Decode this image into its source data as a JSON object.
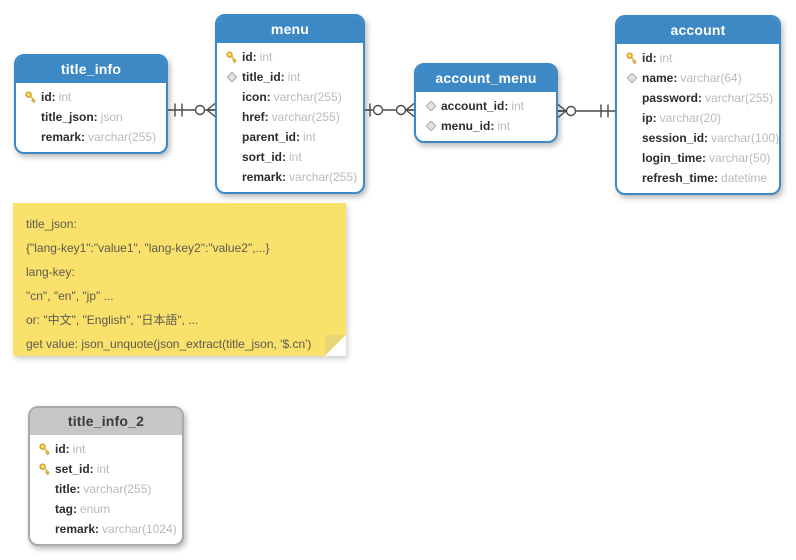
{
  "colors": {
    "table_header_blue": "#3d89c5",
    "table_header_gray": "#c6c6c6",
    "note_yellow": "#f9e16b",
    "connector": "#4a4a4a"
  },
  "tables": [
    {
      "name": "title_info",
      "variant": "blue",
      "fields": [
        {
          "icon": "primary-key",
          "name": "id",
          "type": "int"
        },
        {
          "icon": "none",
          "name": "title_json",
          "type": "json"
        },
        {
          "icon": "none",
          "name": "remark",
          "type": "varchar(255)"
        }
      ]
    },
    {
      "name": "menu",
      "variant": "blue",
      "fields": [
        {
          "icon": "primary-key",
          "name": "id",
          "type": "int"
        },
        {
          "icon": "foreign-key",
          "name": "title_id",
          "type": "int"
        },
        {
          "icon": "none",
          "name": "icon",
          "type": "varchar(255)"
        },
        {
          "icon": "none",
          "name": "href",
          "type": "varchar(255)"
        },
        {
          "icon": "none",
          "name": "parent_id",
          "type": "int"
        },
        {
          "icon": "none",
          "name": "sort_id",
          "type": "int"
        },
        {
          "icon": "none",
          "name": "remark",
          "type": "varchar(255)"
        }
      ]
    },
    {
      "name": "account_menu",
      "variant": "blue",
      "fields": [
        {
          "icon": "foreign-key",
          "name": "account_id",
          "type": "int"
        },
        {
          "icon": "foreign-key",
          "name": "menu_id",
          "type": "int"
        }
      ]
    },
    {
      "name": "account",
      "variant": "blue",
      "fields": [
        {
          "icon": "primary-key",
          "name": "id",
          "type": "int"
        },
        {
          "icon": "foreign-key",
          "name": "name",
          "type": "varchar(64)"
        },
        {
          "icon": "none",
          "name": "password",
          "type": "varchar(255)"
        },
        {
          "icon": "none",
          "name": "ip",
          "type": "varchar(20)"
        },
        {
          "icon": "none",
          "name": "session_id",
          "type": "varchar(100)"
        },
        {
          "icon": "none",
          "name": "login_time",
          "type": "varchar(50)"
        },
        {
          "icon": "none",
          "name": "refresh_time",
          "type": "datetime"
        }
      ]
    },
    {
      "name": "title_info_2",
      "variant": "gray",
      "fields": [
        {
          "icon": "primary-key",
          "name": "id",
          "type": "int"
        },
        {
          "icon": "primary-key",
          "name": "set_id",
          "type": "int"
        },
        {
          "icon": "none",
          "name": "title",
          "type": "varchar(255)"
        },
        {
          "icon": "none",
          "name": "tag",
          "type": "enum"
        },
        {
          "icon": "none",
          "name": "remark",
          "type": "varchar(1024)"
        }
      ]
    }
  ],
  "relationships": [
    {
      "from": "title_info",
      "to": "menu",
      "from_cardinality": "one-and-only-one",
      "to_cardinality": "zero-or-many"
    },
    {
      "from": "menu",
      "to": "account_menu",
      "from_cardinality": "zero-or-one",
      "to_cardinality": "zero-or-many"
    },
    {
      "from": "account_menu",
      "to": "account",
      "from_cardinality": "zero-or-many",
      "to_cardinality": "one-and-only-one"
    }
  ],
  "note": {
    "lines": [
      "title_json:",
      "{\"lang-key1\":\"value1\", \"lang-key2\":\"value2\",...}",
      "lang-key:",
      "\"cn\", \"en\", \"jp\" ...",
      "or: \"中文\", \"English\", \"日本語\", ...",
      "get value: json_unquote(json_extract(title_json, '$.cn')"
    ]
  }
}
